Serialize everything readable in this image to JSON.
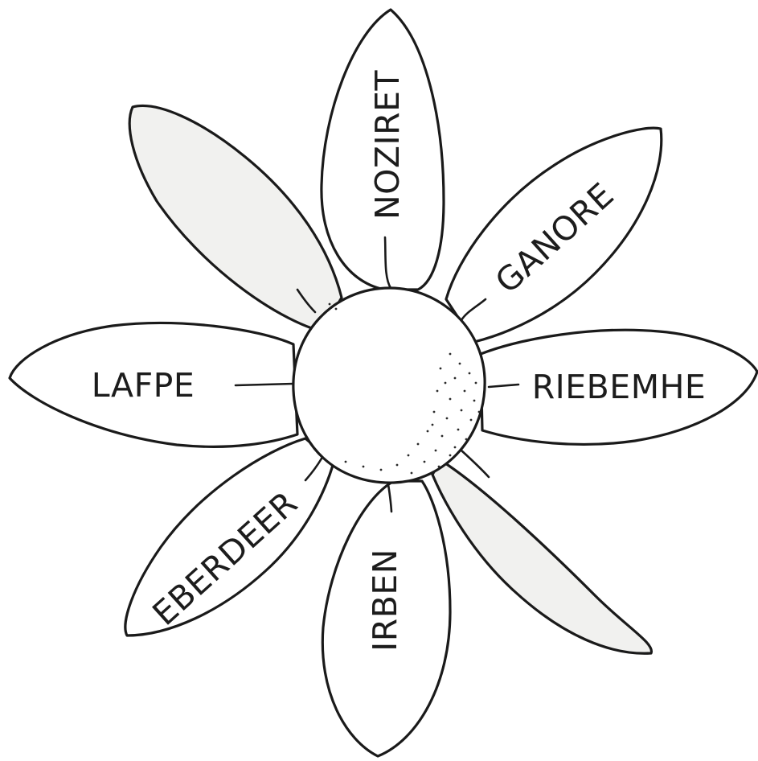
{
  "diagram": {
    "words": {
      "noziret": "NOZIRET",
      "ganore": "GANORE",
      "riebemhe": "RIEBEMHE",
      "irben": "IRBEN",
      "eberdeer": "EBERDEER",
      "lafpe": "LAFPE"
    },
    "colors": {
      "outline": "#1a1a1a",
      "empty_petal_fill": "#f1f1ef",
      "word_petal_fill": "#ffffff"
    }
  }
}
